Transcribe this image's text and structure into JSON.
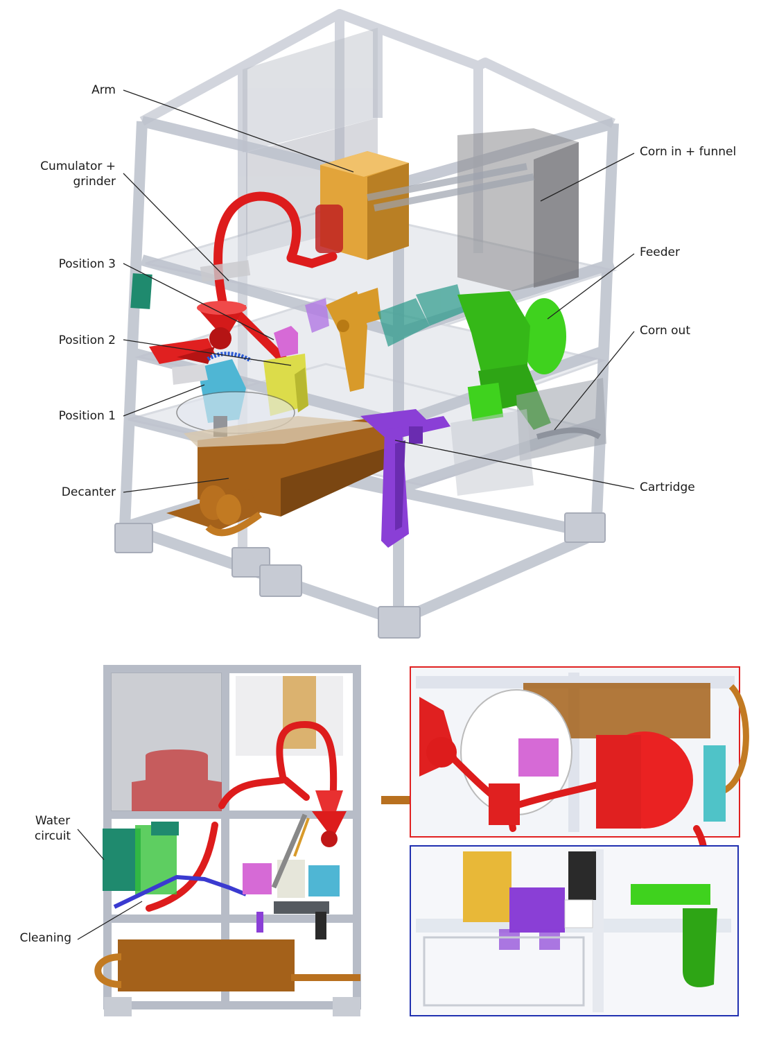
{
  "labels": {
    "arm": "Arm",
    "cumulator_line1": "Cumulator +",
    "cumulator_line2": "grinder",
    "position3": "Position 3",
    "position2": "Position 2",
    "position1": "Position 1",
    "decanter": "Decanter",
    "corn_in": "Corn in + funnel",
    "feeder": "Feeder",
    "corn_out": "Corn out",
    "cartridge": "Cartridge",
    "water_line1": "Water",
    "water_line2": "circuit",
    "cleaning": "Cleaning"
  },
  "colors": {
    "frame": "#c4c8d2",
    "frame_edge": "#aab0bd",
    "arm_orange": "#e2a43a",
    "tube_red": "#dd1c1c",
    "feeder_green": "#3fd21e",
    "cartridge_purple": "#8a3fd6",
    "decanter_brown": "#a4611a",
    "position1_cyan": "#4fb6d4",
    "position2_yellow": "#dcdc4a",
    "position3_pink": "#d66ad6",
    "water_teal": "#1f8a6e",
    "cleaning_blue": "#3a3ad0",
    "top_view_red_box": "#e02020",
    "top_view_blue_box": "#2030b0",
    "leader_line": "#222222"
  }
}
